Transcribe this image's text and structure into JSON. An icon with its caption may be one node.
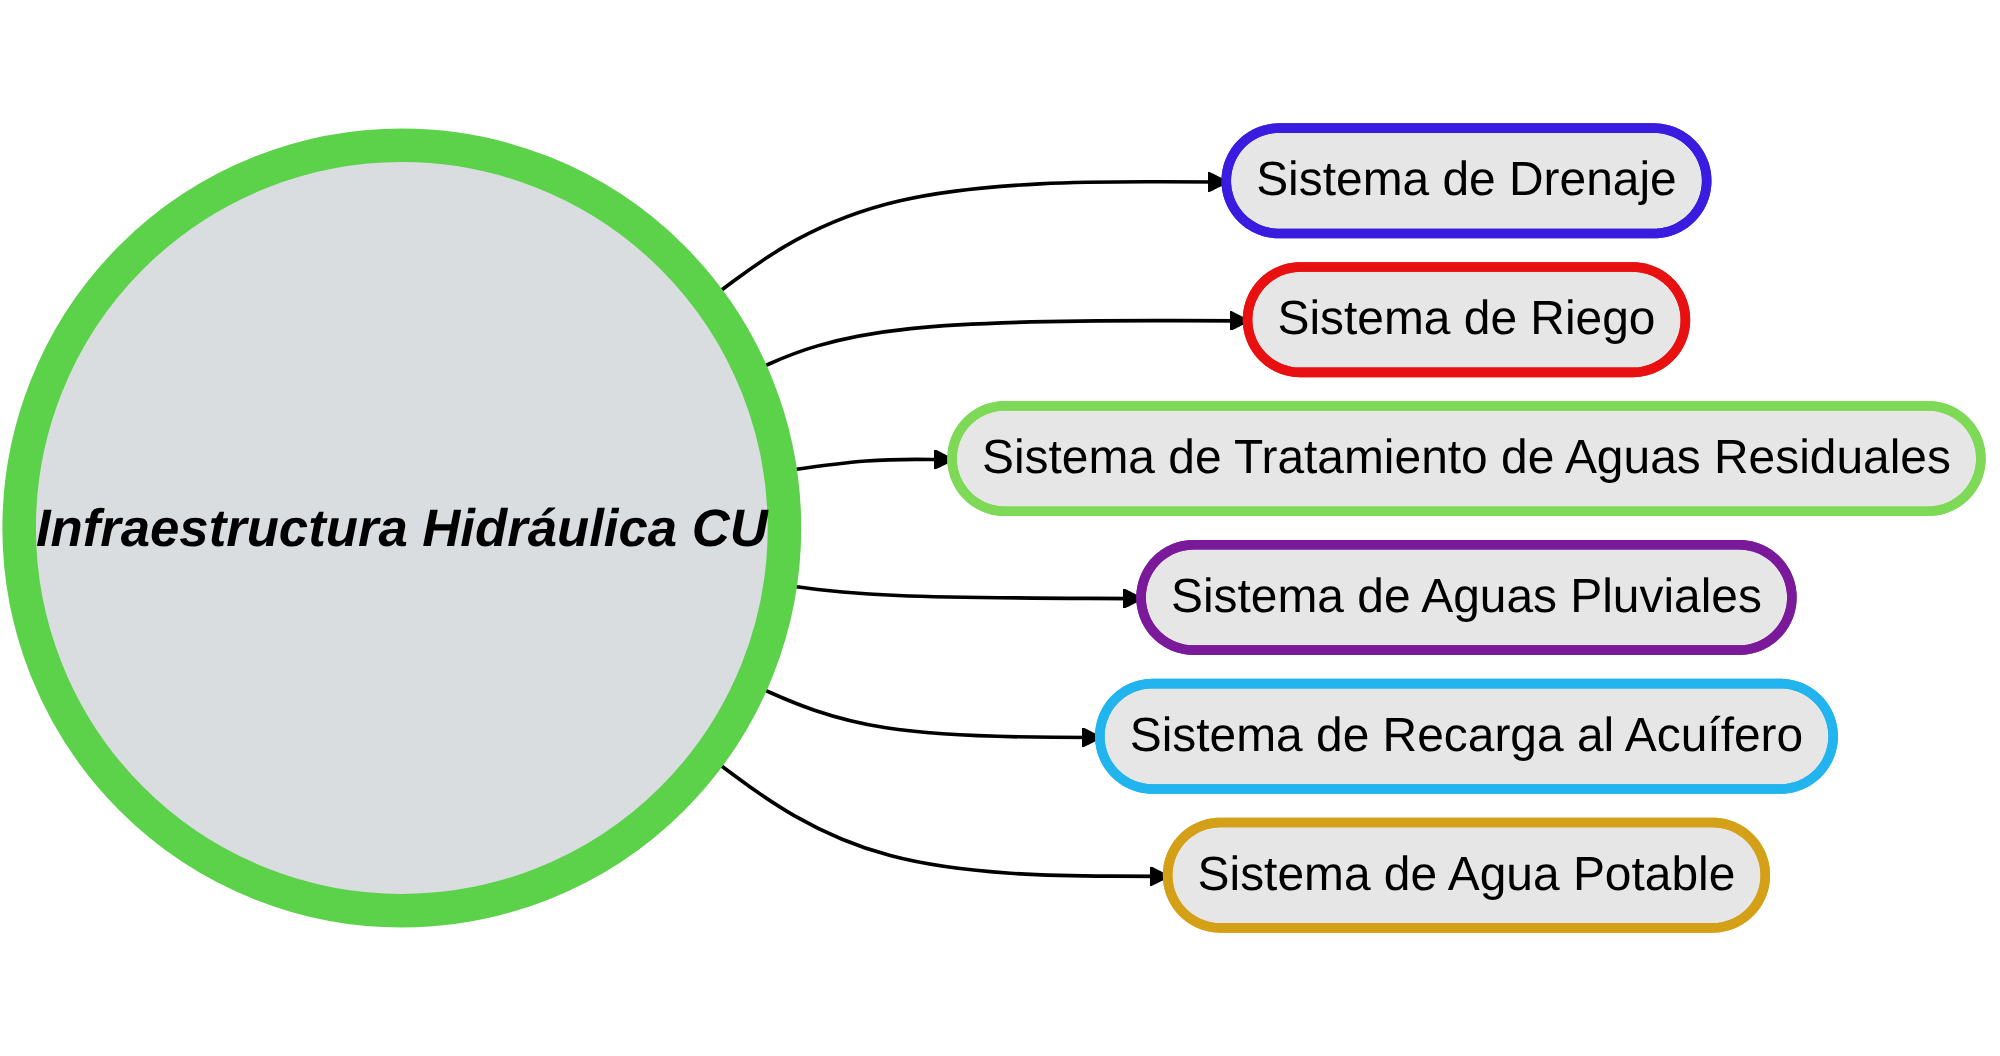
{
  "diagram": {
    "nodes": [
      {
        "text": [
          "Infraestructura Hidráulica CU"
        ]
      },
      {
        "text": [
          "Sistema de Drenaje"
        ]
      },
      {
        "text": [
          "Sistema de Riego"
        ]
      },
      {
        "text": [
          "Sistema de Tratamiento de Aguas Residuales"
        ]
      },
      {
        "text": [
          "Sistema de Aguas Pluviales"
        ]
      },
      {
        "text": [
          "Sistema de Recarga al Acuífero"
        ]
      },
      {
        "text": [
          "Sistema de Agua Potable"
        ]
      }
    ],
    "edges": [
      {
        "from": 0,
        "to": 1,
        "arrow": "to"
      },
      {
        "from": 0,
        "to": 2,
        "arrow": "to"
      },
      {
        "from": 0,
        "to": 3,
        "arrow": "to"
      },
      {
        "from": 0,
        "to": 4,
        "arrow": "to"
      },
      {
        "from": 0,
        "to": 5,
        "arrow": "to"
      },
      {
        "from": 0,
        "to": 6,
        "arrow": "to"
      }
    ]
  }
}
